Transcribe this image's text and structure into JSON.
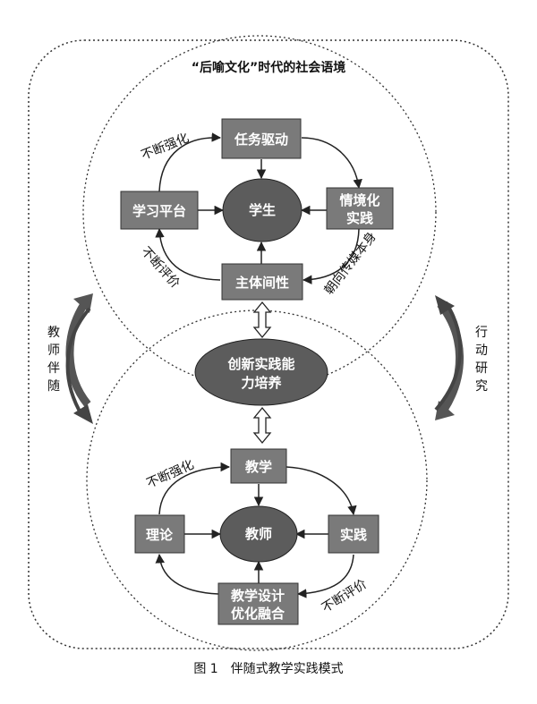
{
  "outer_context_title": "“后喻文化”时代的社会语境",
  "upper_cycle": {
    "center": "学生",
    "top": "任务驱动",
    "left": "学习平台",
    "right_line1": "情境化",
    "right_line2": "实践",
    "bottom": "主体间性",
    "label_top_left": "不断强化",
    "label_bottom_left": "不断评价",
    "label_bottom_right": "朝向传媒本身"
  },
  "middle": {
    "line1": "创新实践能",
    "line2": "力培养"
  },
  "lower_cycle": {
    "center": "教师",
    "top": "教学",
    "left": "理论",
    "right": "实践",
    "bottom_line1": "教学设计",
    "bottom_line2": "优化融合",
    "label_top_left": "不断强化",
    "label_bottom_right": "不断评价"
  },
  "side_left": [
    "教",
    "师",
    "伴",
    "随"
  ],
  "side_right": [
    "行",
    "动",
    "研",
    "究"
  ],
  "caption": "图 1　伴随式教学实践模式",
  "colors": {
    "box_fill": "#7a7a7a",
    "ellipse_fill": "#5c5c5c",
    "line": "#222222",
    "side_arrow": "#555555"
  }
}
